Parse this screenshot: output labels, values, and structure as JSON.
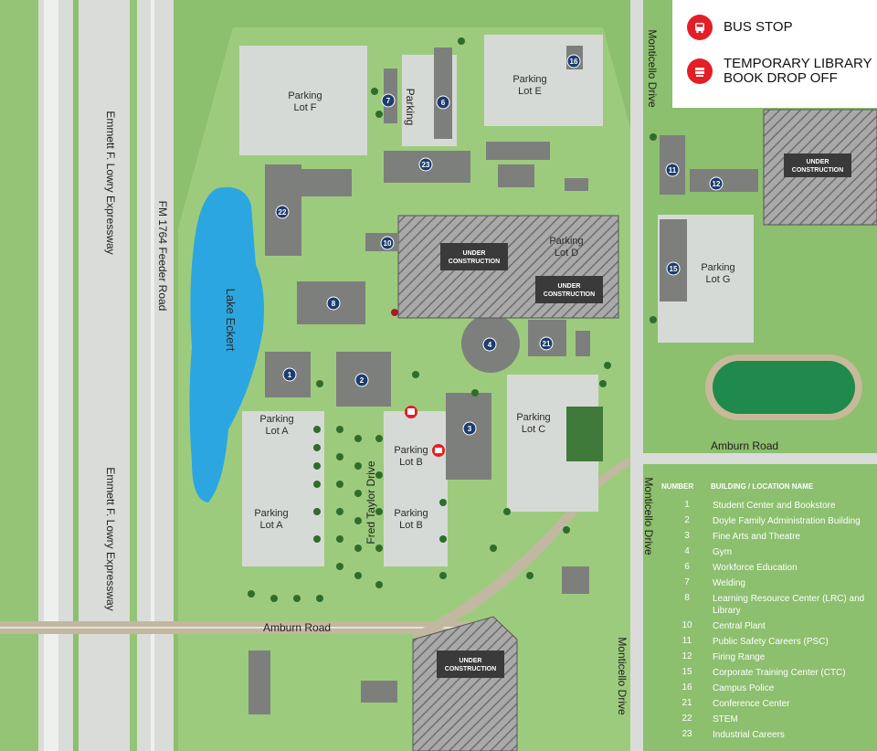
{
  "legend": {
    "bus_stop": "BUS STOP",
    "book_drop": "TEMPORARY LIBRARY\nBOOK DROP OFF",
    "bus_color": "#e31e26"
  },
  "roads": {
    "emmett_top": "Emmett F. Lowry Expressway",
    "emmett_bottom": "Emmett F. Lowry Expressway",
    "fm1764": "FM 1764 Feeder Road",
    "monticello_top": "Monticello Drive",
    "monticello_mid": "Monticello Drive",
    "monticello_bottom": "Monticello Drive",
    "amburn_east": "Amburn Road",
    "amburn_west": "Amburn Road",
    "fred_taylor": "Fred Taylor Drive",
    "parking_vertical": "Parking"
  },
  "lake": "Lake Eckert",
  "parking": {
    "lot_f": "Parking\nLot F",
    "lot_e": "Parking\nLot E",
    "lot_d": "Parking\nLot D",
    "lot_g": "Parking\nLot G",
    "lot_c": "Parking\nLot C",
    "lot_a1": "Parking\nLot A",
    "lot_a2": "Parking\nLot A",
    "lot_b1": "Parking\nLot B",
    "lot_b2": "Parking\nLot B"
  },
  "under_construction": "UNDER\nCONSTRUCTION",
  "badges": [
    "1",
    "2",
    "3",
    "4",
    "6",
    "7",
    "8",
    "10",
    "11",
    "12",
    "15",
    "16",
    "21",
    "22",
    "23"
  ],
  "table": {
    "col_number": "NUMBER",
    "col_name": "BUILDING / LOCATION NAME",
    "rows": [
      {
        "num": "1",
        "name": "Student Center and Bookstore"
      },
      {
        "num": "2",
        "name": "Doyle Family Administration Building"
      },
      {
        "num": "3",
        "name": "Fine Arts and Theatre"
      },
      {
        "num": "4",
        "name": "Gym"
      },
      {
        "num": "6",
        "name": "Workforce Education"
      },
      {
        "num": "7",
        "name": "Welding"
      },
      {
        "num": "8",
        "name": "Learning Resource Center (LRC) and Library"
      },
      {
        "num": "10",
        "name": "Central Plant"
      },
      {
        "num": "11",
        "name": "Public Safety Careers (PSC)"
      },
      {
        "num": "12",
        "name": "Firing Range"
      },
      {
        "num": "15",
        "name": "Corporate Training Center (CTC)"
      },
      {
        "num": "16",
        "name": "Campus Police"
      },
      {
        "num": "21",
        "name": "Conference Center"
      },
      {
        "num": "22",
        "name": "STEM"
      },
      {
        "num": "23",
        "name": "Industrial Careers"
      }
    ]
  }
}
